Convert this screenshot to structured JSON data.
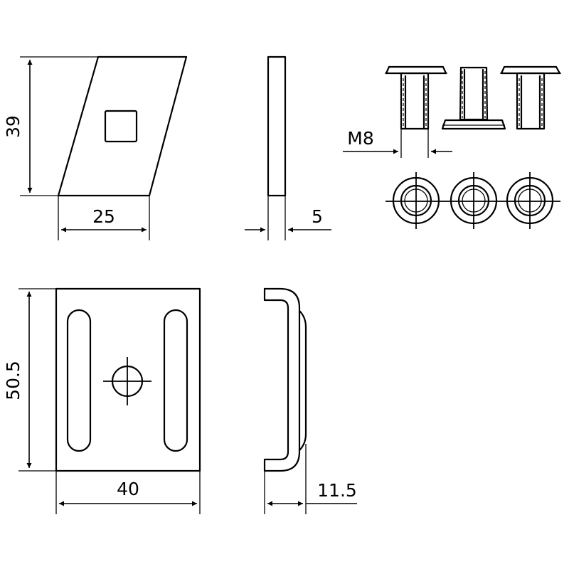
{
  "dimensions": {
    "height_top": "39",
    "width_top": "25",
    "thickness": "5",
    "thread": "M8",
    "height_bottom": "50.5",
    "width_bottom": "40",
    "depth": "11.5"
  }
}
